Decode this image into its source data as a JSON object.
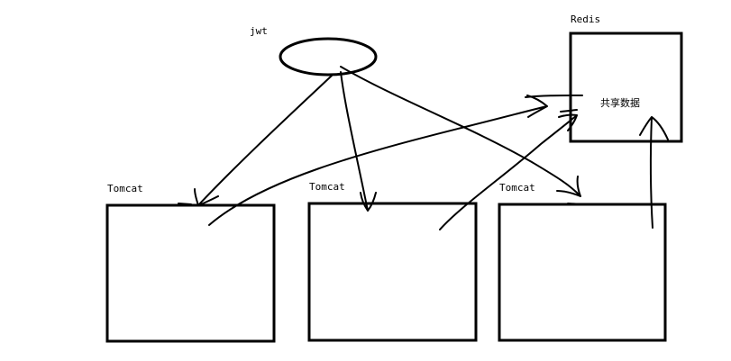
{
  "diagram": {
    "jwt": {
      "label": "jwt"
    },
    "redis": {
      "label": "Redis",
      "content": "共享数据"
    },
    "tomcats": [
      {
        "label": "Tomcat"
      },
      {
        "label": "Tomcat"
      },
      {
        "label": "Tomcat"
      }
    ]
  }
}
